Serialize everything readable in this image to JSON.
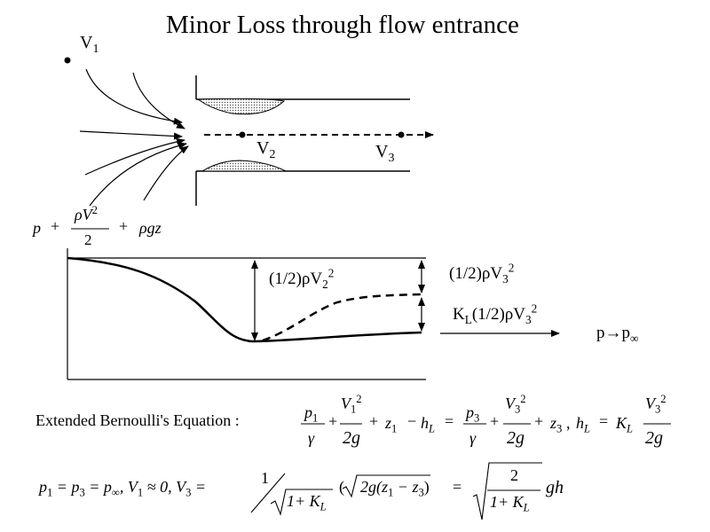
{
  "title": "Minor Loss through flow entrance",
  "labels": {
    "v1": "V",
    "v1_sub": "1",
    "v2": "V",
    "v2_sub": "2",
    "v3": "V",
    "v3_sub": "3",
    "dyn2": "(1/2)ρV",
    "dyn2_sub": "2",
    "dyn2_sup": "2",
    "dyn3": "(1/2)ρV",
    "dyn3_sub": "3",
    "dyn3_sup": "2",
    "loss": "K",
    "loss_sub": "L",
    "loss_mid": "(1/2)ρV",
    "loss_sub2": "3",
    "loss_sup": "2",
    "p_inf": "p→p",
    "p_inf_sub": "∞"
  },
  "axis_expr": {
    "p": "p",
    "plus1": "+",
    "num": "ρV",
    "num_sup": "2",
    "den": "2",
    "plus2": "+",
    "rgz": "ρgz"
  },
  "bernoulli": {
    "label": "Extended Bernoulli's Equation :",
    "p1": "p",
    "p1_sub": "1",
    "gamma1": "γ",
    "plus_a": "+",
    "V1": "V",
    "V1_sub": "1",
    "V1_sup": "2",
    "two_g1": "2g",
    "plus_b": "+",
    "z1": "z",
    "z1_sub": "1",
    "minus": "−",
    "hL": "h",
    "hL_sub": "L",
    "eq": "=",
    "p3": "p",
    "p3_sub": "3",
    "gamma2": "γ",
    "plus_c": "+",
    "V3": "V",
    "V3_sub": "3",
    "V3_sup": "2",
    "two_g2": "2g",
    "plus_d": "+",
    "z3": "z",
    "z3_sub": "3",
    "comma": ",",
    "hL2": "h",
    "hL2_sub": "L",
    "eq2": "=",
    "KL": "K",
    "KL_sub": "L",
    "V3b": "V",
    "V3b_sub": "3",
    "V3b_sup": "2",
    "two_g3": "2g"
  },
  "result": {
    "lhs": "p",
    "lhs_sub1": "1",
    "eq_a": "= p",
    "sub3": "3",
    "eq_b": "= p",
    "sub_inf": "∞",
    "rest": ", V",
    "rest_sub": "1",
    "approx": "≈ 0, V",
    "v3_sub": "3",
    "eq_c": "=",
    "one": "1",
    "den1": "1+ K",
    "den1_sub": "L",
    "paren_open": "(",
    "root_body": "2g(z",
    "root_sub1": "1",
    "root_minus": " − z",
    "root_sub3": "3",
    "root_close": ")",
    "eq_d": "=",
    "frac2_num": "2",
    "frac2_den": "1+ K",
    "frac2_den_sub": "L",
    "gh": "gh"
  }
}
